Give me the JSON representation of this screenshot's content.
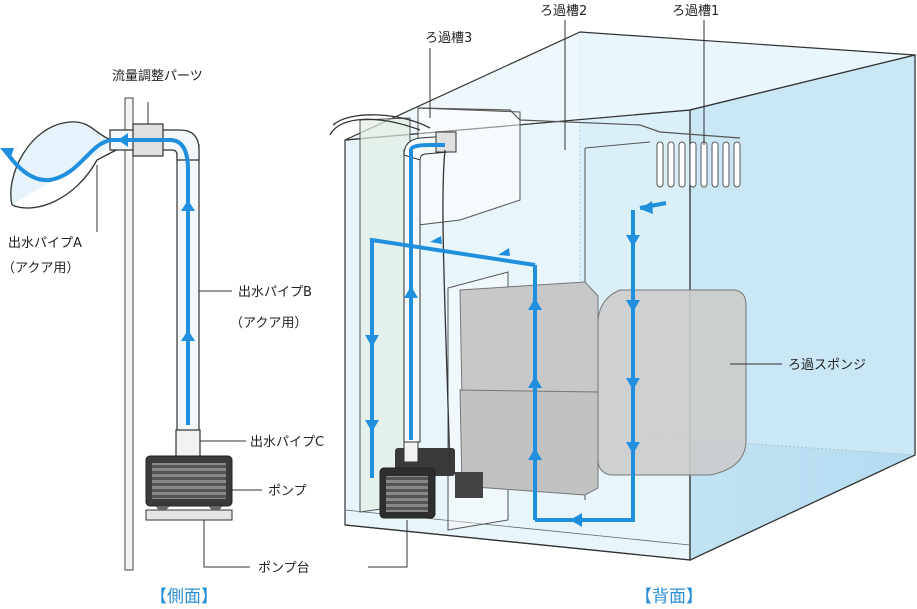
{
  "labels": {
    "flow_adjuster": "流量調整パーツ",
    "outlet_pipe_a": "出水パイプA",
    "outlet_pipe_a_note": "（アクア用）",
    "outlet_pipe_b": "出水パイプB",
    "outlet_pipe_b_note": "（アクア用）",
    "outlet_pipe_c": "出水パイプC",
    "pump": "ポンプ",
    "pump_stand": "ポンプ台",
    "filter_tank_1": "ろ過槽1",
    "filter_tank_2": "ろ過槽2",
    "filter_tank_3": "ろ過槽3",
    "filter_sponge": "ろ過スポンジ"
  },
  "captions": {
    "side_view": "【側面】",
    "back_view": "【背面】"
  },
  "colors": {
    "flow": "#1f8fde",
    "glass_fill": "#d6edf7",
    "glass_edge": "#333333",
    "sponge": "#c8c8c8",
    "pump_body": "#3a3a3a",
    "caption": "#2a8fd6"
  }
}
